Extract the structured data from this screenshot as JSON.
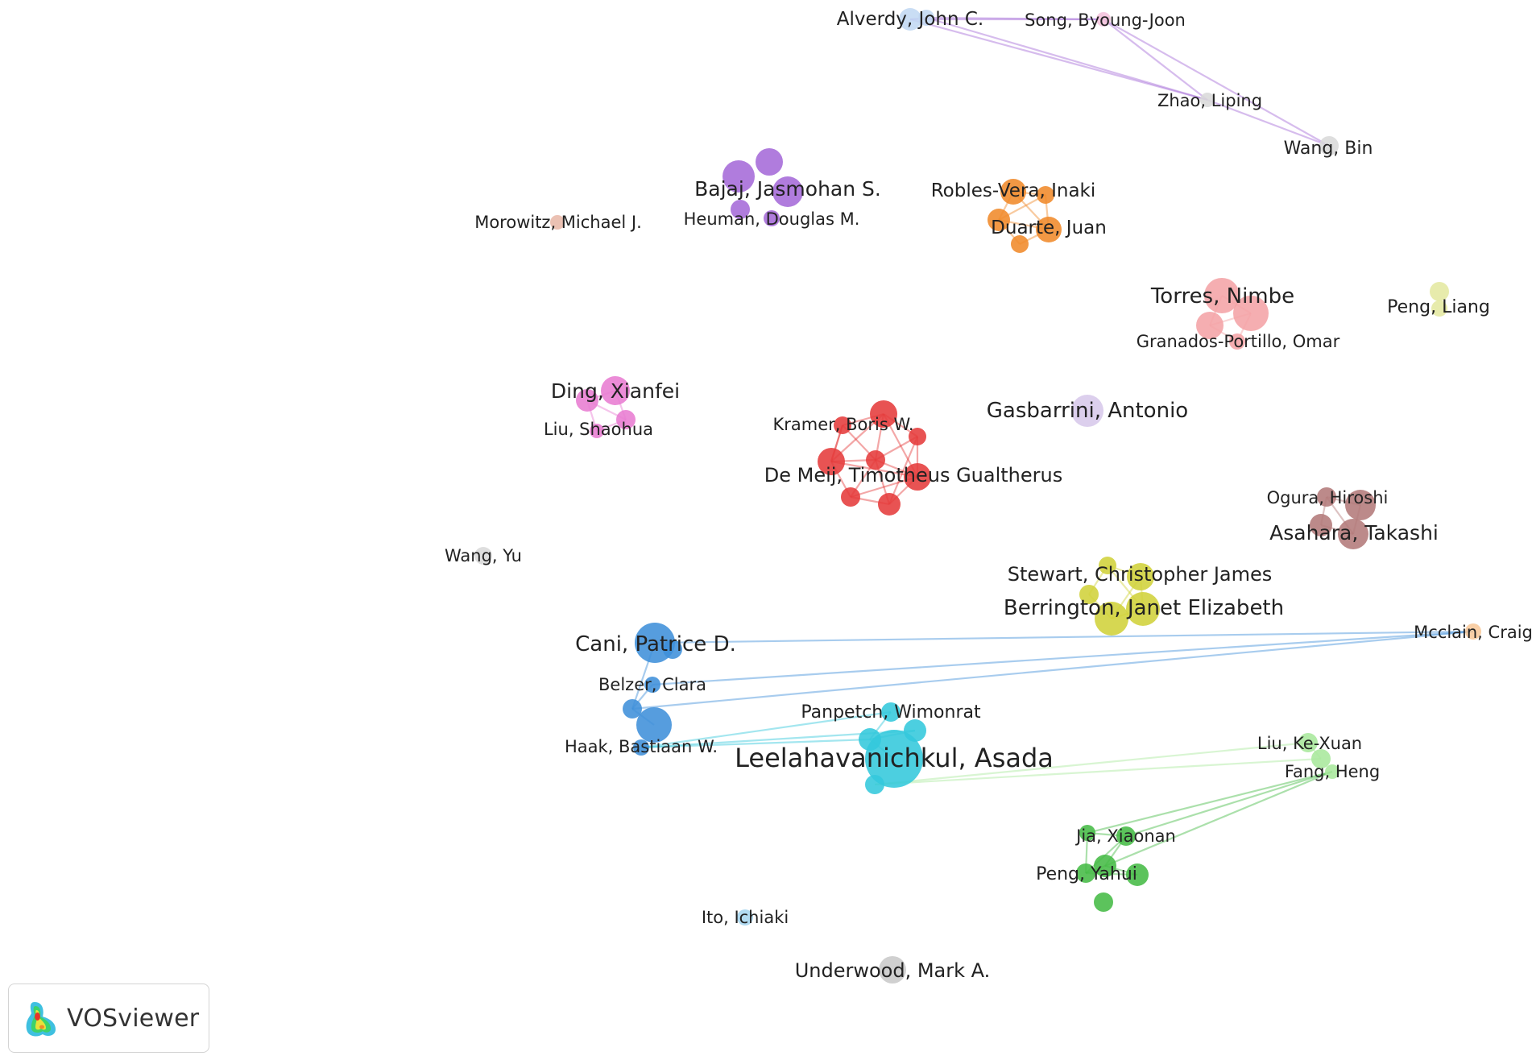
{
  "app": {
    "name": "VOSviewer",
    "logo_icon": "vosviewer-density-logo-icon"
  },
  "network": {
    "cluster_colors": {
      "red": "#e53b3b",
      "cyan": "#33c8dc",
      "blue": "#3f8fd9",
      "yellow": "#d0d23a",
      "purple": "#a56ad8",
      "orange": "#f08a2a",
      "pink": "#f4a3a6",
      "magenta": "#e87cd2",
      "brown": "#b37a7a",
      "green": "#45bb45",
      "lightgreen": "#a8e89c",
      "lightyellow": "#e4e8a0",
      "lavender": "#d7c8ea",
      "peach": "#f8c89a",
      "lightblue": "#a6d6f0",
      "palepink": "#f4c2dc",
      "paleblue": "#c2d8f2",
      "tan": "#e8b8a8",
      "gray": "#c9c9c9",
      "lightgray": "#dadada"
    },
    "labels": [
      {
        "id": "alverdy",
        "text": "Alverdy, John C."
      },
      {
        "id": "song",
        "text": "Song, Byoung-Joon"
      },
      {
        "id": "zhao",
        "text": "Zhao, Liping"
      },
      {
        "id": "wangbin",
        "text": "Wang, Bin"
      },
      {
        "id": "bajaj",
        "text": "Bajaj, Jasmohan S."
      },
      {
        "id": "heuman",
        "text": "Heuman, Douglas M."
      },
      {
        "id": "robles",
        "text": "Robles-Vera, Inaki"
      },
      {
        "id": "duarte",
        "text": "Duarte, Juan"
      },
      {
        "id": "morowitz",
        "text": "Morowitz, Michael J."
      },
      {
        "id": "torres",
        "text": "Torres, Nimbe"
      },
      {
        "id": "granados",
        "text": "Granados-Portillo, Omar"
      },
      {
        "id": "pengliang",
        "text": "Peng, Liang"
      },
      {
        "id": "ding",
        "text": "Ding, Xianfei"
      },
      {
        "id": "liushaohua",
        "text": "Liu, Shaohua"
      },
      {
        "id": "kramer",
        "text": "Kramer, Boris W."
      },
      {
        "id": "gasbarrini",
        "text": "Gasbarrini, Antonio"
      },
      {
        "id": "demeij",
        "text": "De Meij, Timotheus Gualtherus"
      },
      {
        "id": "ogura",
        "text": "Ogura, Hiroshi"
      },
      {
        "id": "asahara",
        "text": "Asahara, Takashi"
      },
      {
        "id": "wangyu",
        "text": "Wang, Yu"
      },
      {
        "id": "stewart",
        "text": "Stewart, Christopher James"
      },
      {
        "id": "berrington",
        "text": "Berrington, Janet Elizabeth"
      },
      {
        "id": "cani",
        "text": "Cani, Patrice D."
      },
      {
        "id": "mcclain",
        "text": "Mcclain, Craig"
      },
      {
        "id": "belzer",
        "text": "Belzer, Clara"
      },
      {
        "id": "panpetch",
        "text": "Panpetch, Wimonrat"
      },
      {
        "id": "haak",
        "text": "Haak, Bastiaan W."
      },
      {
        "id": "leelahavanichkul",
        "text": "Leelahavanichkul, Asada"
      },
      {
        "id": "liukexuan",
        "text": "Liu, Ke-Xuan"
      },
      {
        "id": "fangheng",
        "text": "Fang, Heng"
      },
      {
        "id": "jiaxiaonan",
        "text": "Jia, Xiaonan"
      },
      {
        "id": "pengyahui",
        "text": "Peng, Yahui"
      },
      {
        "id": "ito",
        "text": "Ito, Ichiaki"
      },
      {
        "id": "underwood",
        "text": "Underwood, Mark A."
      }
    ]
  }
}
